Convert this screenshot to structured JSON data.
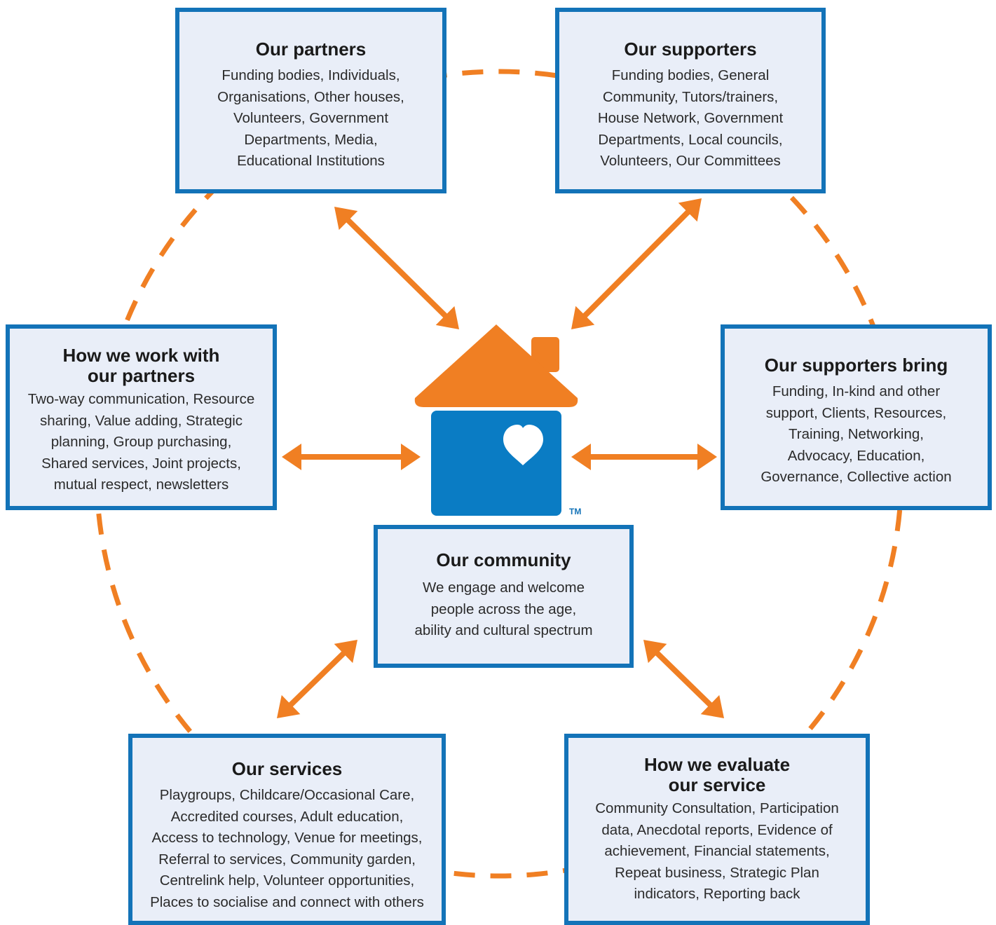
{
  "colors": {
    "accent": "#f07f23",
    "box_border": "#1373b8",
    "box_fill": "#e9eef8",
    "house": "#0a7cc4"
  },
  "trademark": "TM",
  "boxes": {
    "partners": {
      "title": "Our partners",
      "lines": [
        "Funding bodies, Individuals,",
        "Organisations, Other houses,",
        "Volunteers, Government",
        "Departments, Media,",
        "Educational Institutions"
      ]
    },
    "supporters": {
      "title": "Our supporters",
      "lines": [
        "Funding bodies, General",
        "Community, Tutors/trainers,",
        "House Network, Government",
        "Departments, Local councils,",
        "Volunteers, Our Committees"
      ]
    },
    "how_we_work": {
      "title_lines": [
        "How we work with",
        "our partners"
      ],
      "lines": [
        "Two-way communication, Resource",
        "sharing, Value adding, Strategic",
        "planning, Group purchasing,",
        "Shared services, Joint projects,",
        "mutual respect, newsletters"
      ]
    },
    "supporters_bring": {
      "title": "Our supporters bring",
      "lines": [
        "Funding, In-kind and other",
        "support, Clients, Resources,",
        "Training, Networking,",
        "Advocacy, Education,",
        "Governance, Collective action"
      ]
    },
    "community": {
      "title": "Our community",
      "lines": [
        "We engage and welcome",
        "people across the age,",
        "ability and cultural spectrum"
      ]
    },
    "services": {
      "title": "Our services",
      "lines": [
        "Playgroups, Childcare/Occasional Care,",
        "Accredited courses, Adult education,",
        "Access to technology, Venue for meetings,",
        "Referral to services, Community garden,",
        "Centrelink help, Volunteer opportunities,",
        "Places to socialise and connect with others"
      ]
    },
    "evaluate": {
      "title_lines": [
        "How we evaluate",
        "our service"
      ],
      "lines": [
        "Community Consultation, Participation",
        "data, Anecdotal reports, Evidence of",
        "achievement, Financial statements,",
        "Repeat business, Strategic Plan",
        "indicators, Reporting back"
      ]
    }
  }
}
